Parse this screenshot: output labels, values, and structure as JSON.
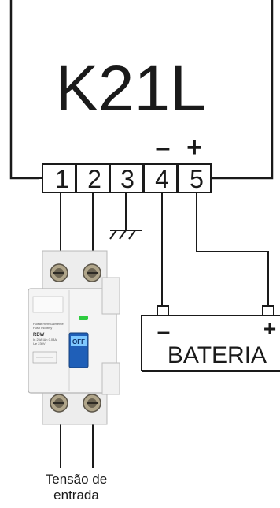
{
  "device": {
    "model": "K21L"
  },
  "terminals": [
    {
      "number": "1"
    },
    {
      "number": "2"
    },
    {
      "number": "3"
    },
    {
      "number": "4"
    },
    {
      "number": "5"
    }
  ],
  "polarity": {
    "minus": "–",
    "plus": "+"
  },
  "battery": {
    "label": "BATERIA",
    "minus": "–",
    "plus": "+"
  },
  "breaker": {
    "switch_label": "OFF",
    "small_text": [
      "Pulsar mensualmente",
      "Push monthly",
      "RDW",
      "In 25A  IΔn 0.03A",
      "Ue 230V"
    ]
  },
  "input_caption": {
    "line1": "Tensão de",
    "line2": "entrada"
  },
  "colors": {
    "line": "#1a1a1a",
    "switch_blue": "#1f5fb8",
    "led_green": "#2ecc40"
  }
}
